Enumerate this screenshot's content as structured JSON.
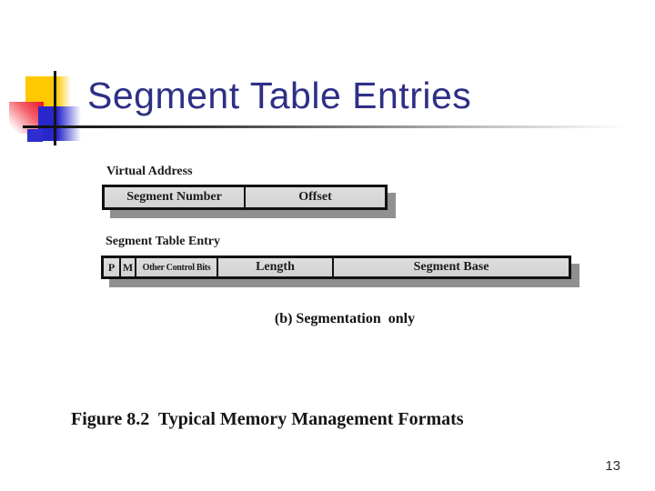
{
  "slide": {
    "title": "Segment Table Entries",
    "page_number": "13",
    "figure_caption": "Figure 8.2  Typical Memory Management Formats"
  },
  "diagram": {
    "virtual_address": {
      "label": "Virtual Address",
      "cells": [
        {
          "label": "Segment Number"
        },
        {
          "label": "Offset"
        }
      ]
    },
    "segment_table_entry": {
      "label": "Segment Table Entry",
      "cells": [
        {
          "label": "P"
        },
        {
          "label": "M"
        },
        {
          "label": "Other Control Bits"
        },
        {
          "label": "Length"
        },
        {
          "label": "Segment Base"
        }
      ]
    },
    "sub_caption": "(b) Segmentation  only"
  },
  "colors": {
    "title_text": "#2E3086",
    "deco_yellow": "#FFC800",
    "deco_red": "#EE1223",
    "deco_blue": "#2727CD",
    "cell_fill": "#D7D7D7",
    "box_border": "#111111",
    "drop_shadow": "#909090"
  }
}
